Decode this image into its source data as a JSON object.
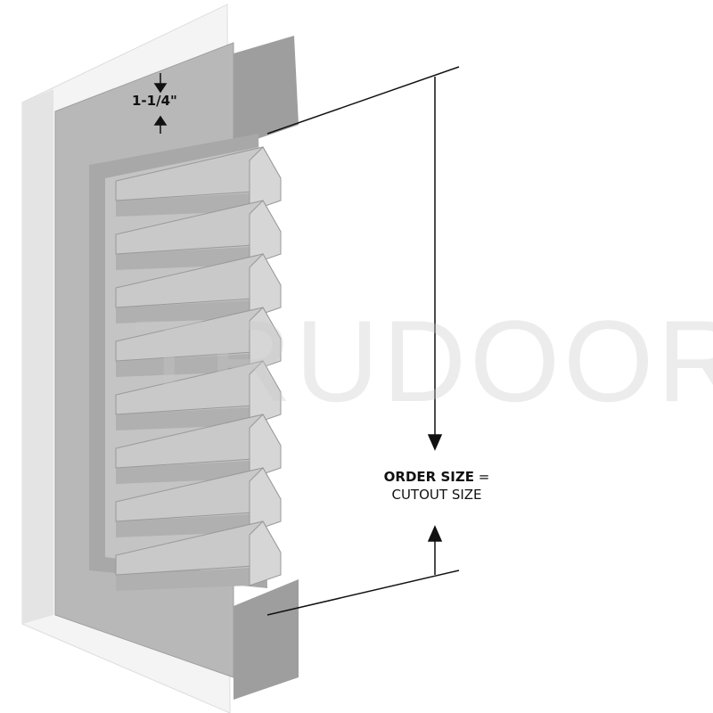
{
  "watermark": {
    "brand": "TRUDOOR",
    "trademark": "™"
  },
  "dimension_label": "1-1/4\"",
  "order_size": {
    "line1": "ORDER SIZE",
    "equals": "=",
    "line2": "CUTOUT SIZE"
  },
  "colors": {
    "frame": "#b4b4b4",
    "louver": "#bdbdbd",
    "wall": "#f2f2f2",
    "line": "#111111"
  },
  "louver_count": 8
}
